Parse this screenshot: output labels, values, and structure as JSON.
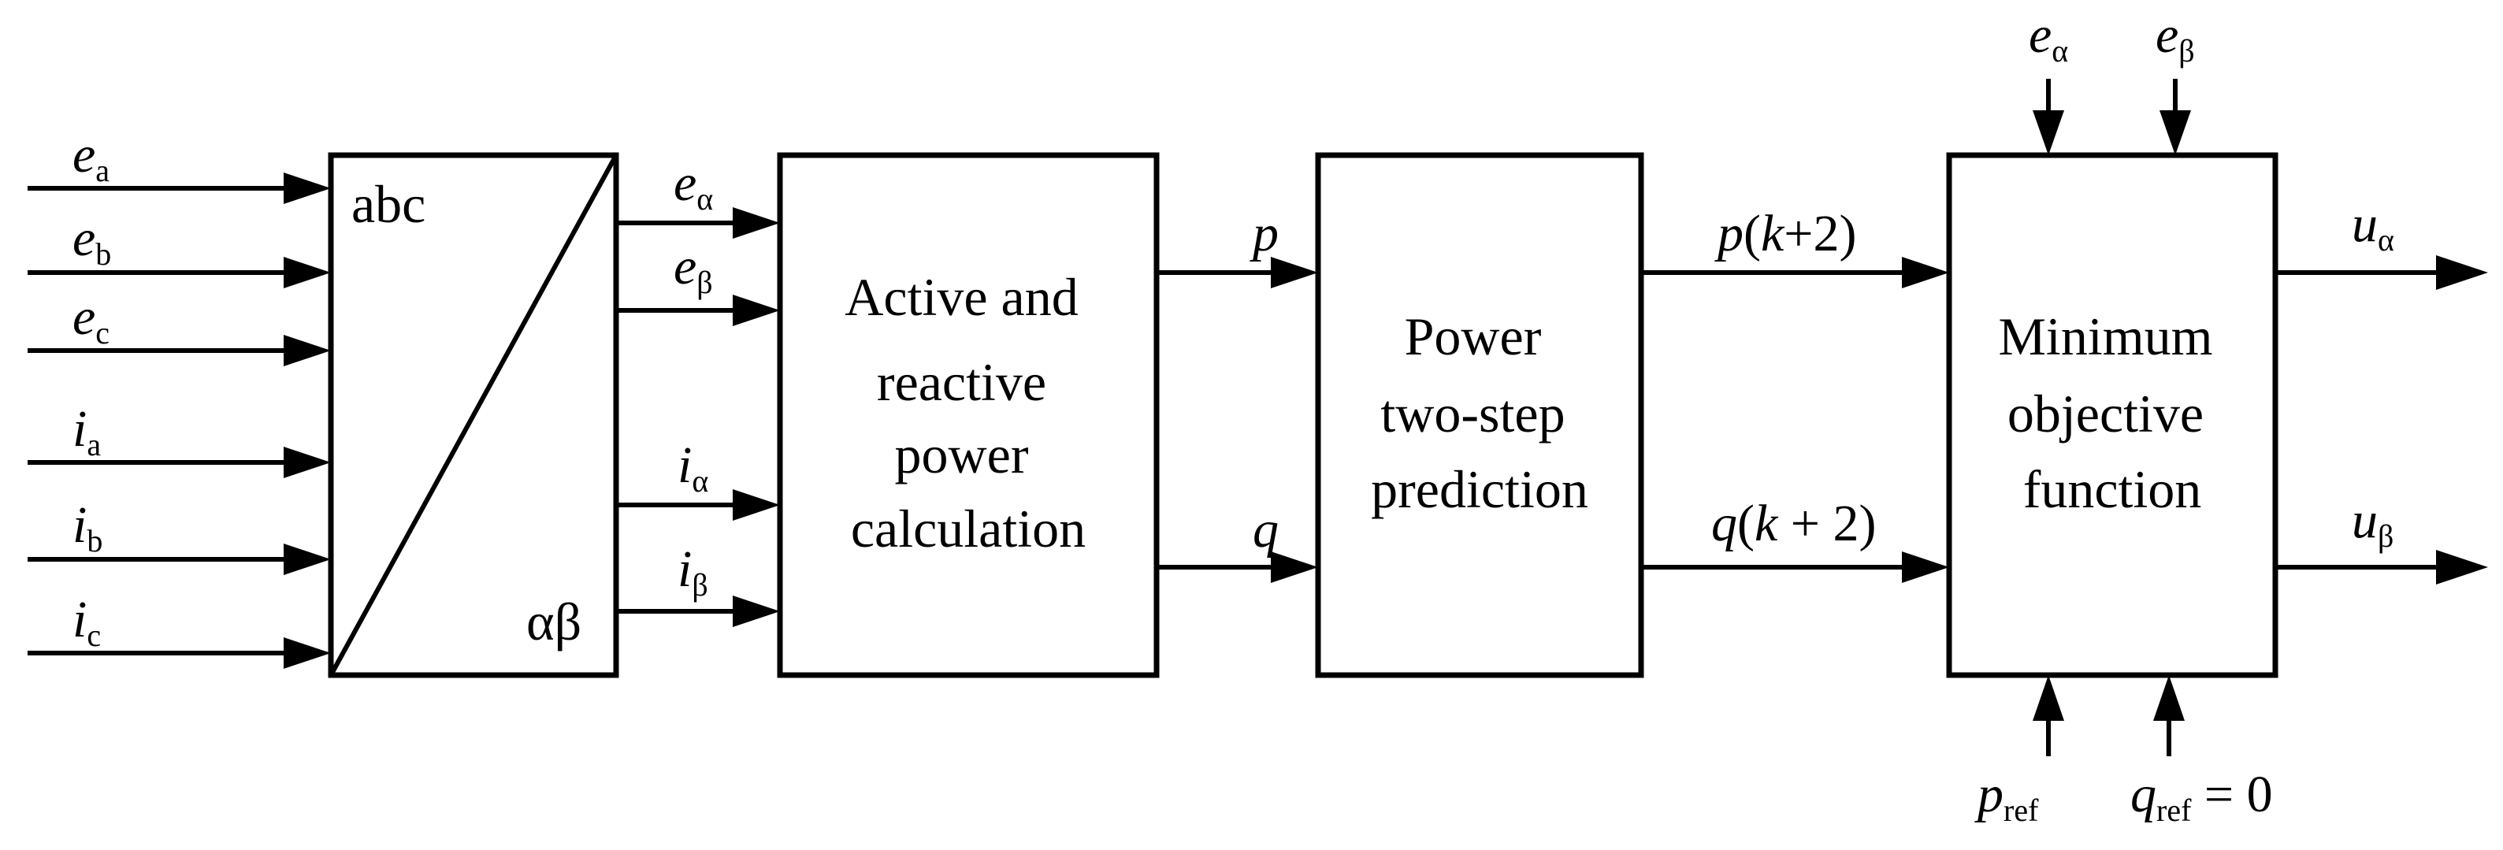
{
  "transform_block": {
    "top_label": "abc",
    "bottom_label": "αβ"
  },
  "power_calc_block": {
    "lines": [
      "Active and",
      "reactive",
      "power",
      "calculation"
    ]
  },
  "prediction_block": {
    "lines": [
      "Power",
      "two-step",
      "prediction"
    ]
  },
  "objective_block": {
    "lines": [
      "Minimum",
      "objective",
      "function"
    ]
  },
  "inputs": [
    {
      "sym": "e",
      "sub": "a"
    },
    {
      "sym": "e",
      "sub": "b"
    },
    {
      "sym": "e",
      "sub": "c"
    },
    {
      "sym": "i",
      "sub": "a"
    },
    {
      "sym": "i",
      "sub": "b"
    },
    {
      "sym": "i",
      "sub": "c"
    }
  ],
  "transform_outputs": [
    {
      "sym": "e",
      "sub": "α"
    },
    {
      "sym": "e",
      "sub": "β"
    },
    {
      "sym": "i",
      "sub": "α"
    },
    {
      "sym": "i",
      "sub": "β"
    }
  ],
  "power_outputs": {
    "p": "p",
    "q": "q"
  },
  "predicted": {
    "p": {
      "sym": "p",
      "open": "(",
      "k": "k",
      "rest": "+2)"
    },
    "q": {
      "sym": "q",
      "open": "(",
      "k": "k",
      "rest": " + 2)"
    }
  },
  "top_inputs": [
    {
      "sym": "e",
      "sub": "α"
    },
    {
      "sym": "e",
      "sub": "β"
    }
  ],
  "bottom_inputs": [
    {
      "sym": "p",
      "sub": "ref",
      "tail": ""
    },
    {
      "sym": "q",
      "sub": "ref",
      "tail": " = 0"
    }
  ],
  "outputs": [
    {
      "sym": "u",
      "sub": "α"
    },
    {
      "sym": "u",
      "sub": "β"
    }
  ]
}
